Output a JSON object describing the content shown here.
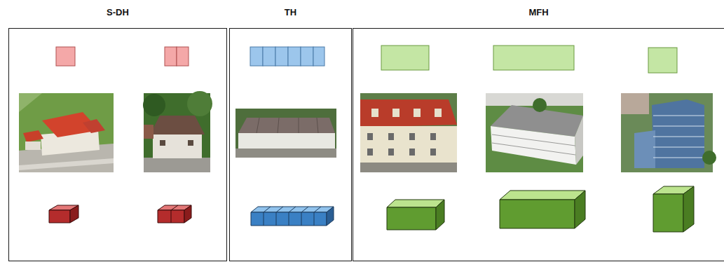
{
  "diagram": {
    "nodes": [
      {
        "text": [
          "S-DH"
        ]
      },
      {
        "text": [
          "TH"
        ]
      },
      {
        "text": [
          "MFH"
        ]
      }
    ]
  }
}
